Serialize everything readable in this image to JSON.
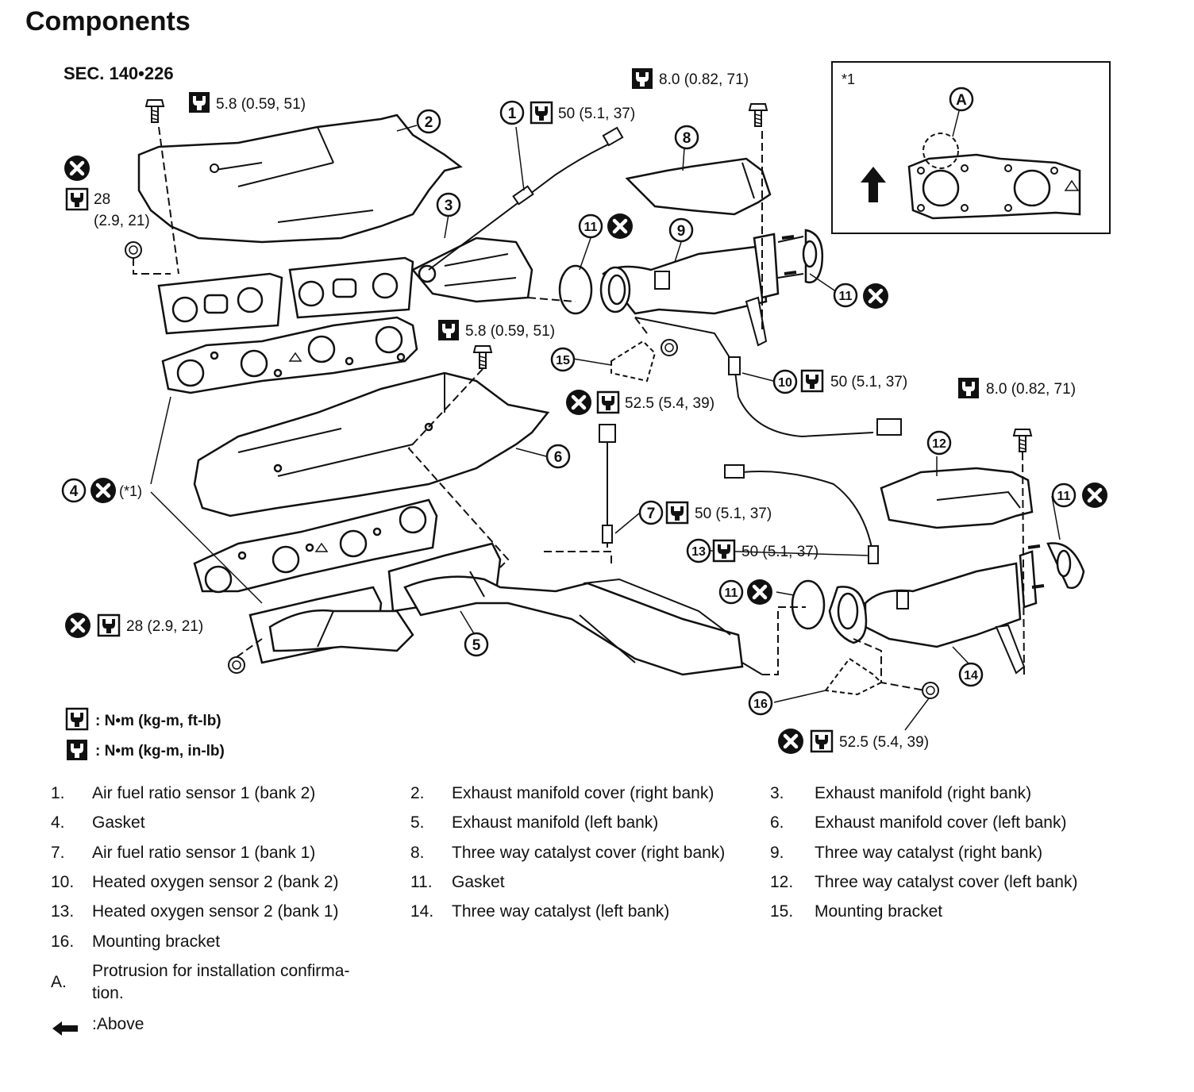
{
  "title": "Components",
  "section": "SEC. 140•226",
  "inset": {
    "label": "*1",
    "callout": "A"
  },
  "torques": {
    "t1": "5.8 (0.59, 51)",
    "t2": "28",
    "t2b": "(2.9, 21)",
    "t3": "50 (5.1, 37)",
    "t4": "8.0 (0.82, 71)",
    "t5": "5.8 (0.59, 51)",
    "t6": "52.5 (5.4, 39)",
    "t7": "50 (5.1, 37)",
    "t8": "8.0 (0.82, 71)",
    "t9": "50 (5.1, 37)",
    "t10": "50 (5.1, 37)",
    "t11": "28 (2.9, 21)",
    "t12": "52.5 (5.4, 39)"
  },
  "callouts": [
    "1",
    "2",
    "3",
    "4",
    "5",
    "6",
    "7",
    "8",
    "9",
    "10",
    "11",
    "12",
    "13",
    "14",
    "15",
    "16"
  ],
  "star_note": "(*1)",
  "legend": {
    "nm_ftlb": ": N•m (kg-m, ft-lb)",
    "nm_inlb": ": N•m (kg-m, in-lb)"
  },
  "parts": [
    {
      "num": "1.",
      "name": "Air fuel ratio sensor 1 (bank 2)"
    },
    {
      "num": "2.",
      "name": "Exhaust manifold cover (right bank)"
    },
    {
      "num": "3.",
      "name": "Exhaust manifold  (right bank)"
    },
    {
      "num": "4.",
      "name": "Gasket"
    },
    {
      "num": "5.",
      "name": "Exhaust manifold (left bank)"
    },
    {
      "num": "6.",
      "name": "Exhaust manifold cover (left bank)"
    },
    {
      "num": "7.",
      "name": "Air fuel ratio sensor 1 (bank 1)"
    },
    {
      "num": "8.",
      "name": "Three way catalyst cover (right bank)"
    },
    {
      "num": "9.",
      "name": "Three way catalyst (right bank)"
    },
    {
      "num": "10.",
      "name": "Heated oxygen sensor 2 (bank 2)"
    },
    {
      "num": "11.",
      "name": "Gasket"
    },
    {
      "num": "12.",
      "name": "Three way catalyst cover (left bank)"
    },
    {
      "num": "13.",
      "name": "Heated oxygen sensor 2 (bank 1)"
    },
    {
      "num": "14.",
      "name": "Three way catalyst (left bank)"
    },
    {
      "num": "15.",
      "name": "Mounting bracket"
    },
    {
      "num": "16.",
      "name": "Mounting bracket"
    }
  ],
  "note_a": {
    "num": "A.",
    "line1": "Protrusion for installation confirma-",
    "line2": "tion."
  },
  "note_arrow": ":Above"
}
